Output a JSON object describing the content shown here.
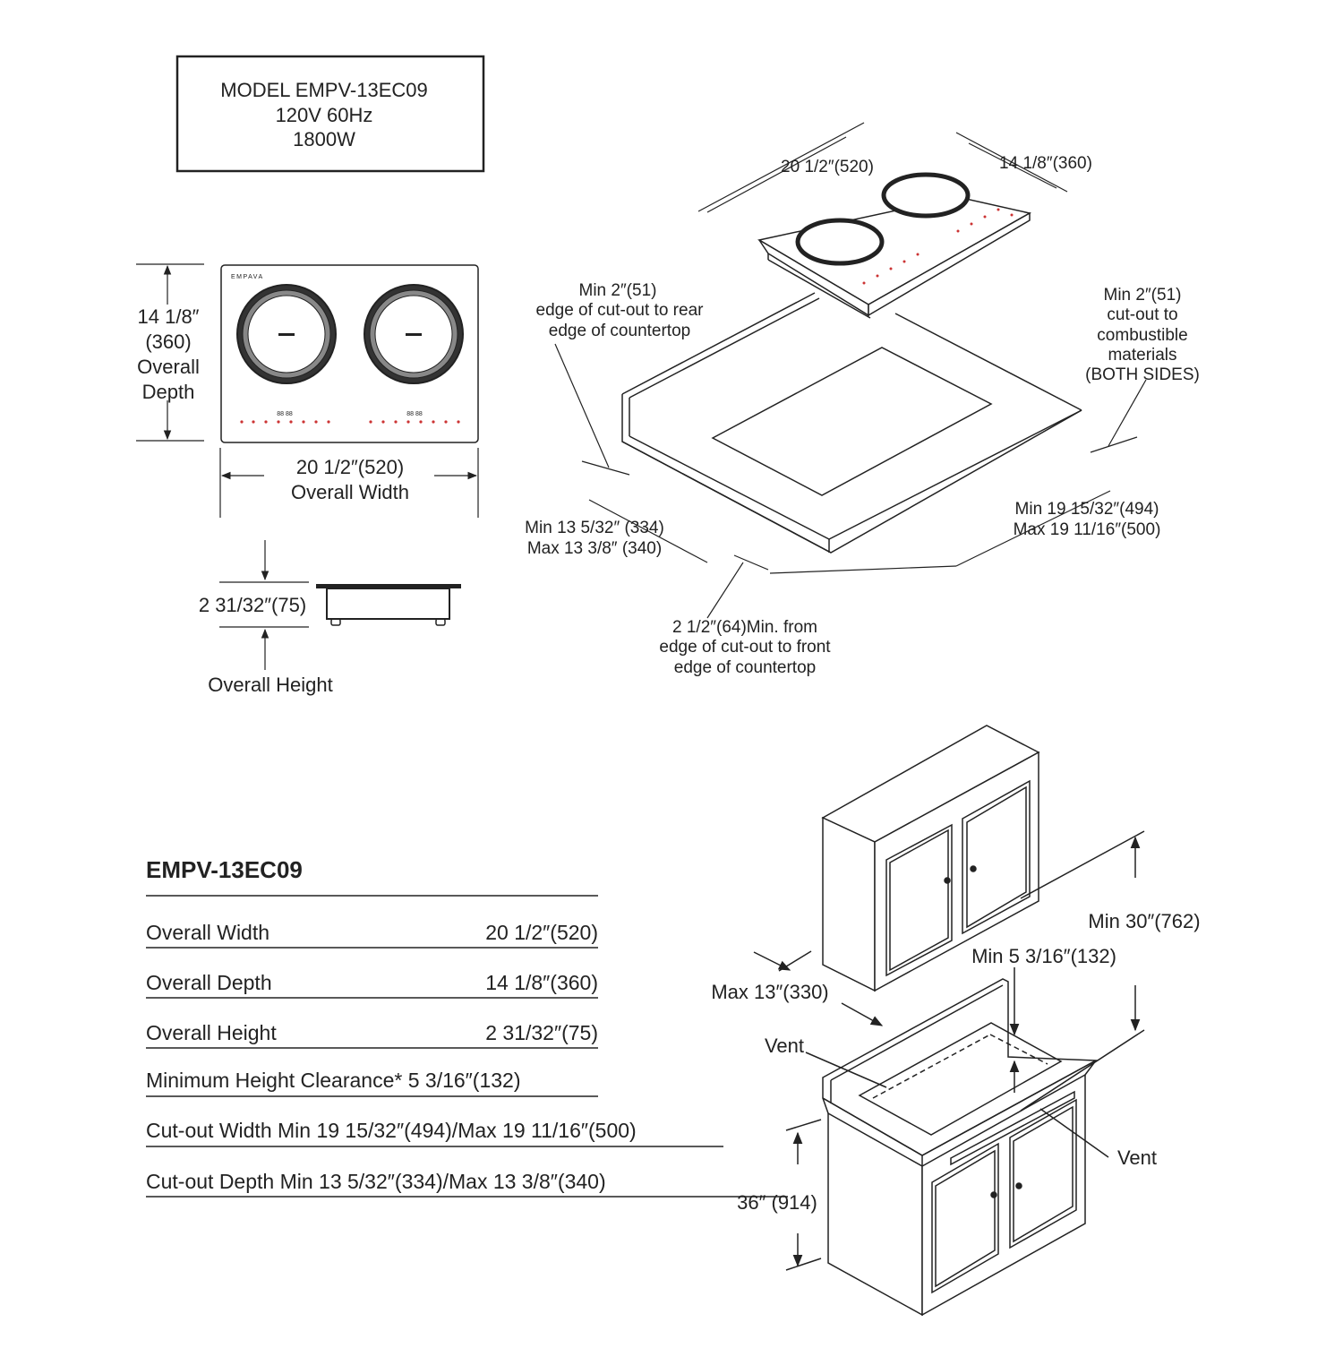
{
  "model_box": {
    "line1": "MODEL EMPV-13EC09",
    "line2": "120V   60Hz",
    "line3": "1800W"
  },
  "top_view": {
    "brand": "EMPAVA",
    "display_left": "88 88",
    "display_right": "88 88",
    "depth_line1": "14 1/8″",
    "depth_line2": "(360)",
    "depth_line3": "Overall",
    "depth_line4": "Depth",
    "width_line1": "20 1/2″(520)",
    "width_line2": "Overall Width"
  },
  "side_view": {
    "height_value": "2 31/32″(75)",
    "height_label": "Overall Height"
  },
  "install_view": {
    "unit_width": "20 1/2″(520)",
    "unit_depth": "14 1/8″(360)",
    "rear_line1": "Min 2″(51)",
    "rear_line2": "edge of cut-out to rear",
    "rear_line3": "edge of countertop",
    "side_line1": "Min 2″(51)",
    "side_line2": "cut-out to",
    "side_line3": "combustible",
    "side_line4": "materials",
    "side_line5": "(BOTH SIDES)",
    "depth_line1": "Min 13 5/32″ (334)",
    "depth_line2": "Max 13 3/8″ (340)",
    "width_line1": "Min 19 15/32″(494)",
    "width_line2": "Max 19 11/16″(500)",
    "front_line1": "2 1/2″(64)Min. from",
    "front_line2": "edge of cut-out to front",
    "front_line3": "edge of countertop"
  },
  "specs": {
    "title": "EMPV-13EC09",
    "rows": [
      {
        "label": "Overall Width",
        "value": "20 1/2″(520)"
      },
      {
        "label": "Overall Depth",
        "value": "14 1/8″(360)"
      },
      {
        "label": "Overall Height",
        "value": "2 31/32″(75)"
      },
      {
        "label": "Minimum Height Clearance* 5 3/16″(132)",
        "value": ""
      },
      {
        "label": "Cut-out Width Min 19 15/32″(494)/Max 19 11/16″(500)",
        "value": ""
      },
      {
        "label": "Cut-out Depth Min 13 5/32″(334)/Max 13 3/8″(340)",
        "value": ""
      }
    ]
  },
  "cabinet_view": {
    "clear_above": "Min 30″(762)",
    "clear_hob": "Min 5 3/16″(132)",
    "max_depth": "Max 13″(330)",
    "vent_left": "Vent",
    "vent_right": "Vent",
    "counter_height": "36″ (914)"
  }
}
